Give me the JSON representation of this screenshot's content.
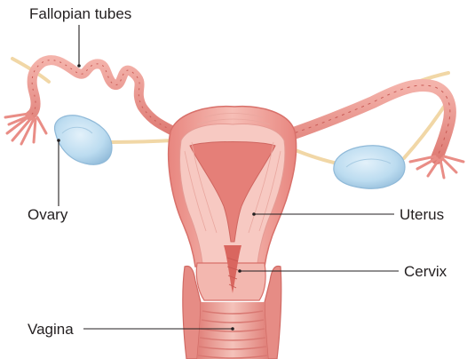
{
  "labels": {
    "fallopian_tubes": "Fallopian tubes",
    "ovary": "Ovary",
    "uterus": "Uterus",
    "cervix": "Cervix",
    "vagina": "Vagina"
  },
  "colors": {
    "tissue_outer": "#ef9a94",
    "tissue_light": "#f6c4bd",
    "tissue_dark": "#d66a64",
    "cavity": "#f8d6cf",
    "ovary_fill": "#bcdcf0",
    "ovary_edge": "#8fb9d8",
    "ligament": "#f2d8a8",
    "leader": "#231f20"
  }
}
